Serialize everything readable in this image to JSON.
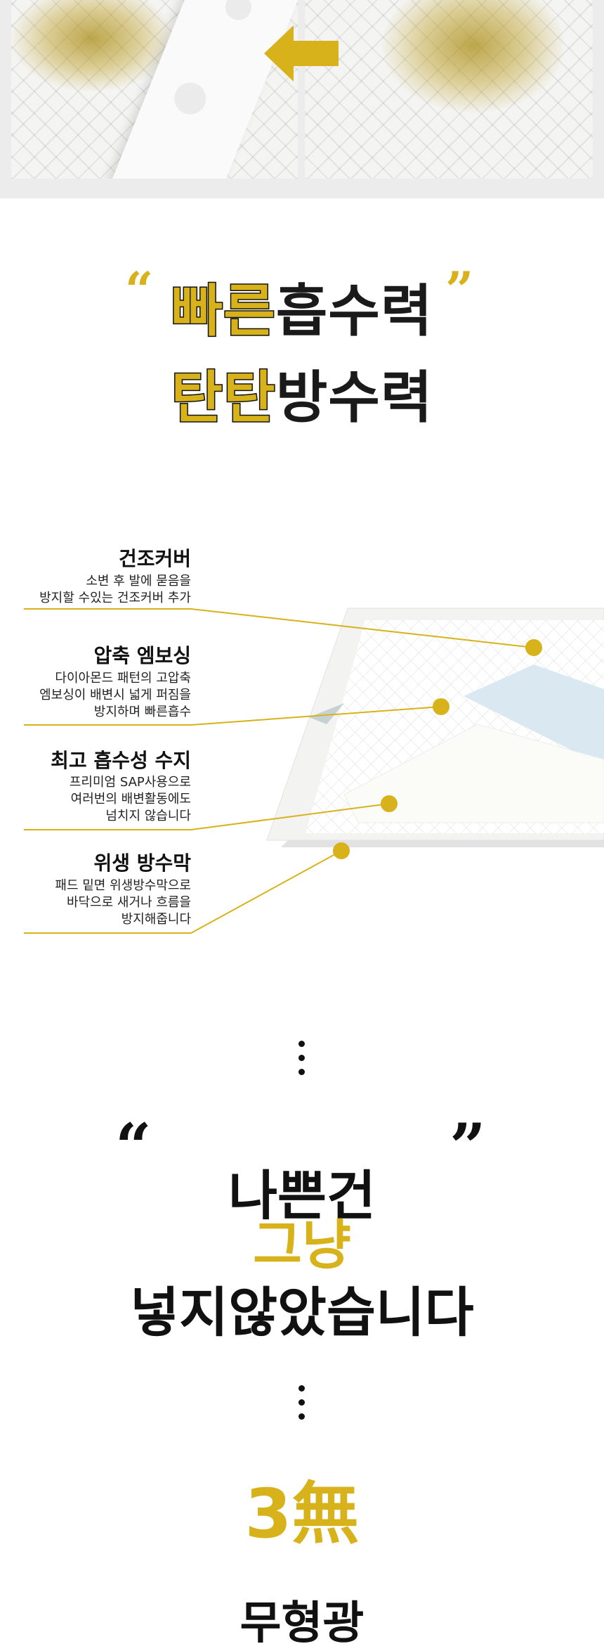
{
  "headline": {
    "line1_highlight": "빠른",
    "line1_rest": "흡수력",
    "line2_highlight": "탄탄",
    "line2_rest": "방수력",
    "open_quote": "“",
    "close_quote": "”"
  },
  "features": [
    {
      "title": "건조커버",
      "desc": "소변 후 발에 묻음을\n방지할 수있는 건조커버 추가"
    },
    {
      "title": "압축 엠보싱",
      "desc": "다이아몬드 패턴의 고압축\n엠보싱이 배변시 넓게 퍼짐을\n방지하며 빠른흡수"
    },
    {
      "title": "최고 흡수성 수지",
      "desc": "프리미엄 SAP사용으로\n여러번의 배변활동에도\n넘치지 않습니다"
    },
    {
      "title": "위생 방수막",
      "desc": "패드 밑면 위생방수막으로\n바닥으로 새거나 흐름을\n방지해줍니다"
    }
  ],
  "statement": {
    "open_quote": "“",
    "close_quote": "”",
    "line1": "나쁜건",
    "line2": "그냥",
    "line3": "넣지않았습니다"
  },
  "three_free": {
    "title": "3無",
    "item1": "무형광"
  },
  "colors": {
    "accent": "#d7b21a",
    "text": "#111111",
    "band": "#ececec"
  }
}
